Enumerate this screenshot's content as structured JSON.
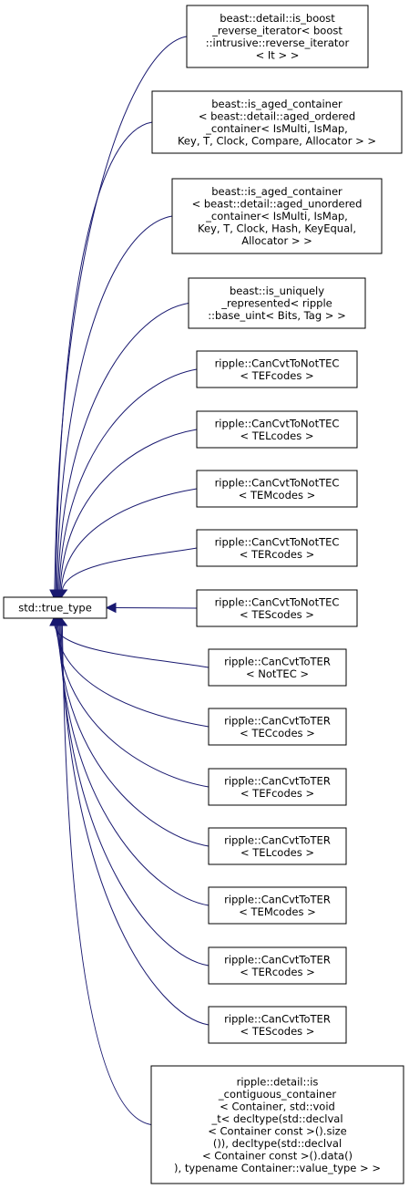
{
  "base": {
    "label": "std::true_type"
  },
  "derived": [
    {
      "id": "is-boost-reverse-iterator",
      "lines": [
        "beast::detail::is_boost",
        "_reverse_iterator< boost",
        "::intrusive::reverse_iterator",
        "< It > >"
      ]
    },
    {
      "id": "is-aged-container-ordered",
      "lines": [
        "beast::is_aged_container",
        "< beast::detail::aged_ordered",
        "_container< IsMulti, IsMap,",
        "Key, T, Clock, Compare, Allocator > >"
      ]
    },
    {
      "id": "is-aged-container-unordered",
      "lines": [
        "beast::is_aged_container",
        "< beast::detail::aged_unordered",
        "_container< IsMulti, IsMap,",
        "Key, T, Clock, Hash, KeyEqual,",
        "Allocator > >"
      ]
    },
    {
      "id": "is-uniquely-represented",
      "lines": [
        "beast::is_uniquely",
        "_represented< ripple",
        "::base_uint< Bits, Tag > >"
      ]
    },
    {
      "id": "cancvt-tonottec-tef",
      "lines": [
        "ripple::CanCvtToNotTEC",
        "< TEFcodes >"
      ]
    },
    {
      "id": "cancvt-tonottec-tel",
      "lines": [
        "ripple::CanCvtToNotTEC",
        "< TELcodes >"
      ]
    },
    {
      "id": "cancvt-tonottec-tem",
      "lines": [
        "ripple::CanCvtToNotTEC",
        "< TEMcodes >"
      ]
    },
    {
      "id": "cancvt-tonottec-ter",
      "lines": [
        "ripple::CanCvtToNotTEC",
        "< TERcodes >"
      ]
    },
    {
      "id": "cancvt-tonottec-tes",
      "lines": [
        "ripple::CanCvtToNotTEC",
        "< TEScodes >"
      ]
    },
    {
      "id": "cancvt-toter-nottec",
      "lines": [
        "ripple::CanCvtToTER",
        "< NotTEC >"
      ]
    },
    {
      "id": "cancvt-toter-tec",
      "lines": [
        "ripple::CanCvtToTER",
        "< TECcodes >"
      ]
    },
    {
      "id": "cancvt-toter-tef",
      "lines": [
        "ripple::CanCvtToTER",
        "< TEFcodes >"
      ]
    },
    {
      "id": "cancvt-toter-tel",
      "lines": [
        "ripple::CanCvtToTER",
        "< TELcodes >"
      ]
    },
    {
      "id": "cancvt-toter-tem",
      "lines": [
        "ripple::CanCvtToTER",
        "< TEMcodes >"
      ]
    },
    {
      "id": "cancvt-toter-ter",
      "lines": [
        "ripple::CanCvtToTER",
        "< TERcodes >"
      ]
    },
    {
      "id": "cancvt-toter-tes",
      "lines": [
        "ripple::CanCvtToTER",
        "< TEScodes >"
      ]
    },
    {
      "id": "is-contiguous-container",
      "lines": [
        "ripple::detail::is",
        "_contiguous_container",
        "< Container, std::void",
        "_t< decltype(std::declval",
        "< Container const >().size",
        "()), decltype(std::declval",
        "< Container const >().data()",
        "), typename Container::value_type > >"
      ]
    }
  ],
  "colors": {
    "edge": "#191970",
    "node_border": "#000000",
    "background": "#ffffff"
  }
}
